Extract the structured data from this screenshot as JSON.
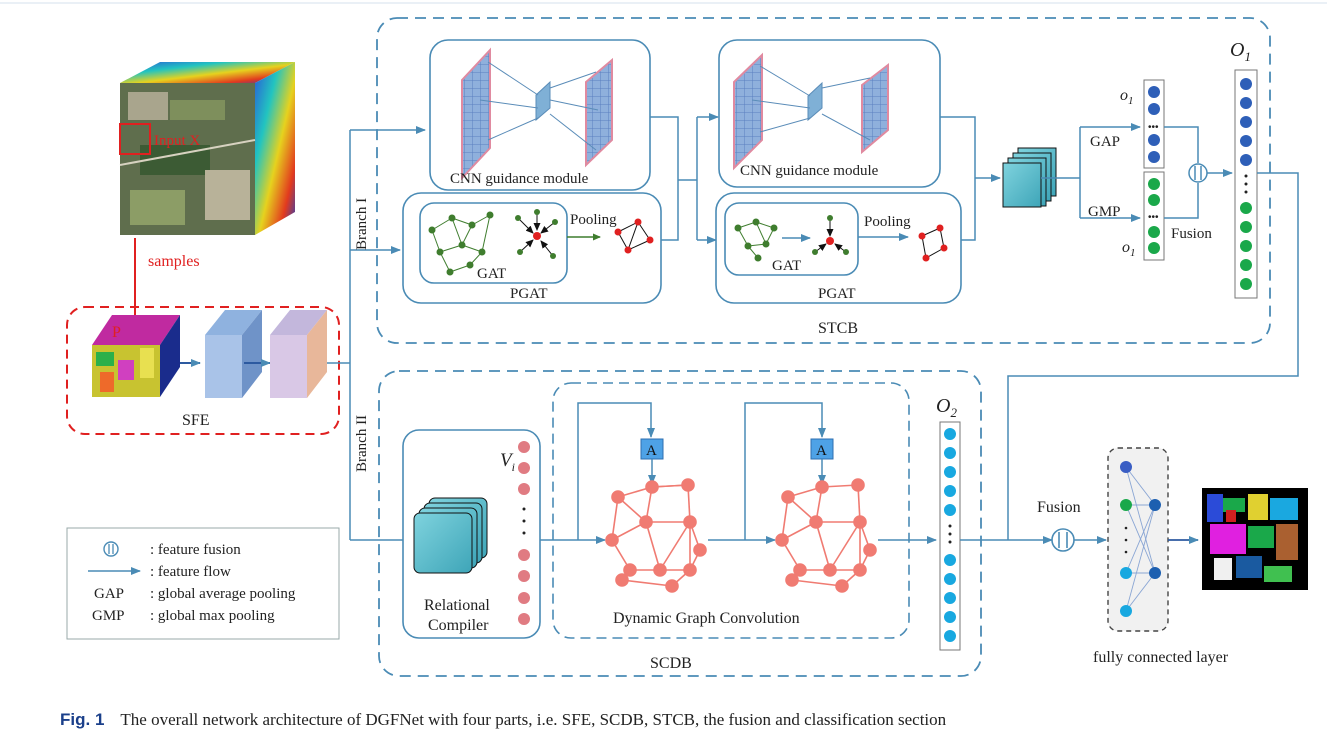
{
  "figure": {
    "caption_label": "Fig. 1",
    "caption_text": "The overall network architecture of DGFNet with four parts, i.e. SFE, SCDB, STCB, the fusion and classification section"
  },
  "input": {
    "input_label": "Input X",
    "samples_label": "samples",
    "patch_label": "P",
    "sfe_label": "SFE"
  },
  "branches": {
    "branch1_label": "Branch I",
    "branch2_label": "Branch II"
  },
  "stcb": {
    "label": "STCB",
    "cnn1_label": "CNN guidance module",
    "cnn2_label": "CNN guidance module",
    "gat1_label": "GAT",
    "gat2_label": "GAT",
    "pgat1_label": "PGAT",
    "pgat2_label": "PGAT",
    "pooling1_label": "Pooling",
    "pooling2_label": "Pooling",
    "gap_label": "GAP",
    "gmp_label": "GMP",
    "o1_top_label": "o",
    "o1_top_sub": "1",
    "o1_bottom_label": "o",
    "o1_bottom_sub": "1",
    "fusion_label": "Fusion",
    "O1_label": "O",
    "O1_sub": "1"
  },
  "scdb": {
    "label": "SCDB",
    "relational_compiler_line1": "Relational",
    "relational_compiler_line2": "Compiler",
    "vi_label": "V",
    "vi_sub": "i",
    "a1_label": "A",
    "a2_label": "A",
    "dgc_label": "Dynamic Graph Convolution",
    "O2_label": "O",
    "O2_sub": "2"
  },
  "fusion_section": {
    "fusion_label": "Fusion",
    "fc_label": "fully connected layer"
  },
  "legend": {
    "items": [
      {
        "key": "",
        "desc": ": feature fusion"
      },
      {
        "key": "",
        "desc": ": feature flow"
      },
      {
        "key": "GAP",
        "desc": ": global average pooling"
      },
      {
        "key": "GMP",
        "desc": ": global max pooling"
      }
    ]
  },
  "colors": {
    "box_stroke": "#4a8bb5",
    "dashed_blue": "#4a8bb5",
    "red_dashed": "#e02020",
    "salmon_graph": "#f07b72",
    "green_graph": "#3f7d2e",
    "node_blue": "#2e5fb8",
    "node_green": "#1aa84a",
    "node_cyan": "#18a8e0",
    "teal_cube": "#58b9c9",
    "a_box": "#4ea2e6"
  }
}
